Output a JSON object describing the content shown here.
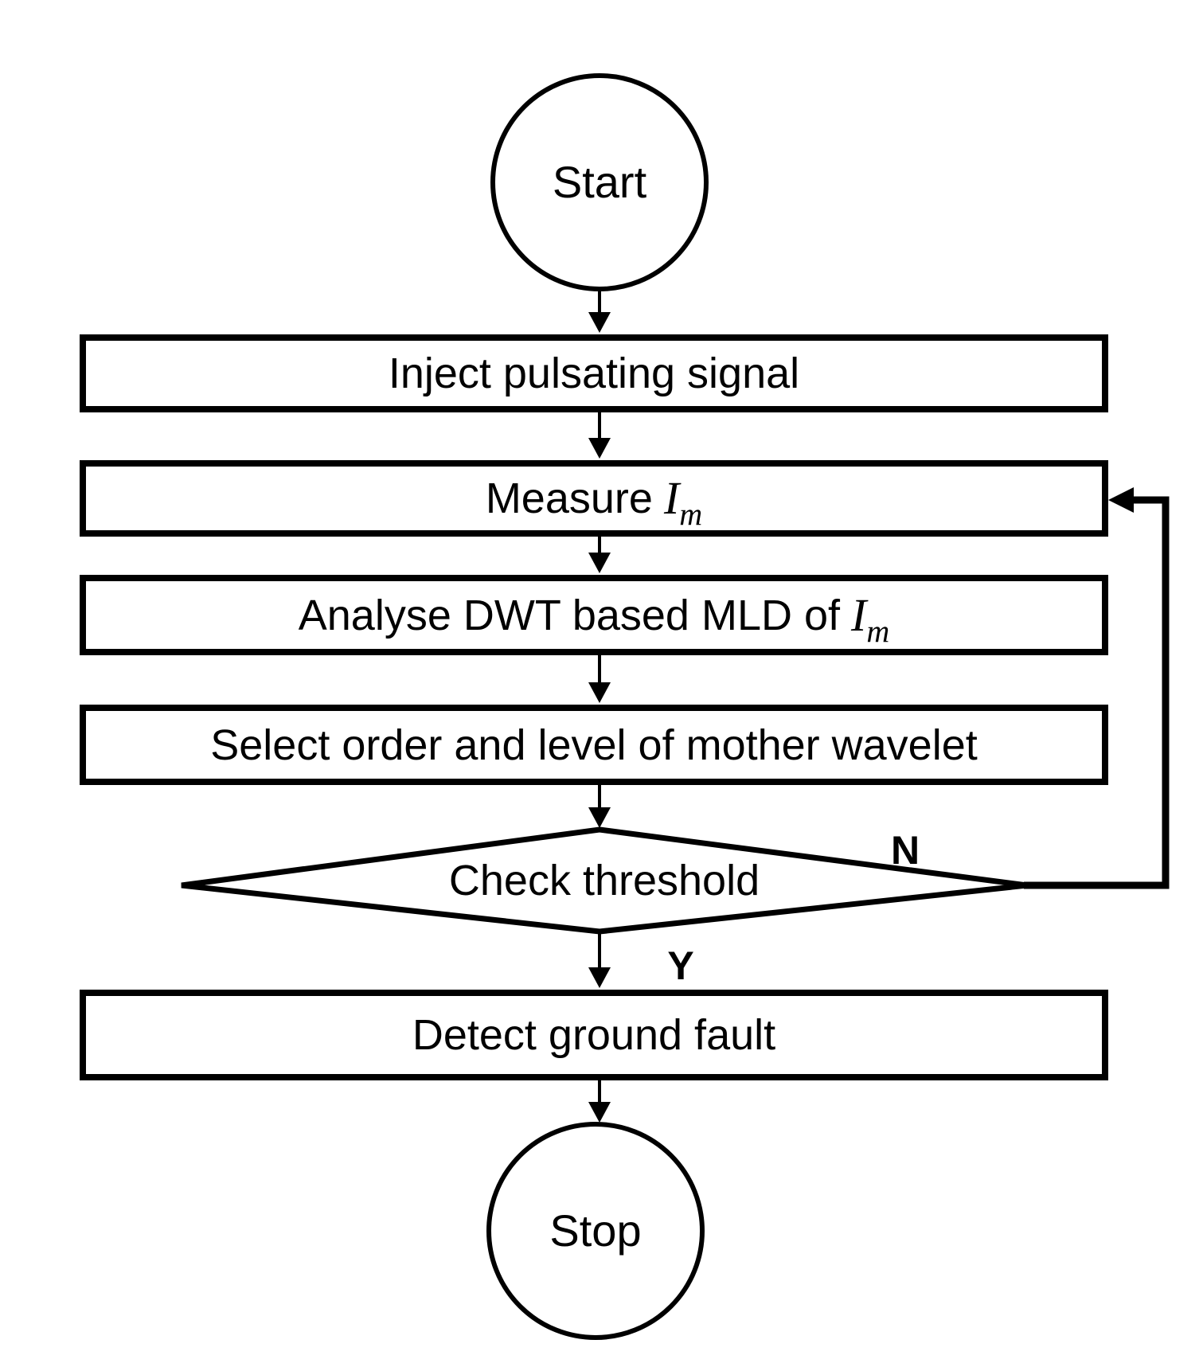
{
  "flowchart": {
    "background": "#ffffff",
    "stroke_color": "#000000",
    "text_color": "#000000",
    "nodes": {
      "start": {
        "type": "terminator",
        "label": "Start"
      },
      "inject": {
        "type": "process",
        "label": "Inject pulsating signal"
      },
      "measure": {
        "type": "process",
        "label_prefix": "Measure",
        "symbol": "I",
        "subscript": "m"
      },
      "analyse": {
        "type": "process",
        "label_prefix": "Analyse DWT based MLD of",
        "symbol": "I",
        "subscript": "m"
      },
      "select": {
        "type": "process",
        "label": "Select order and level of mother wavelet"
      },
      "check_threshold": {
        "type": "decision",
        "label": "Check threshold"
      },
      "detect": {
        "type": "process",
        "label": "Detect ground fault"
      },
      "stop": {
        "type": "terminator",
        "label": "Stop"
      }
    },
    "branch_labels": {
      "no": "N",
      "yes": "Y"
    }
  }
}
